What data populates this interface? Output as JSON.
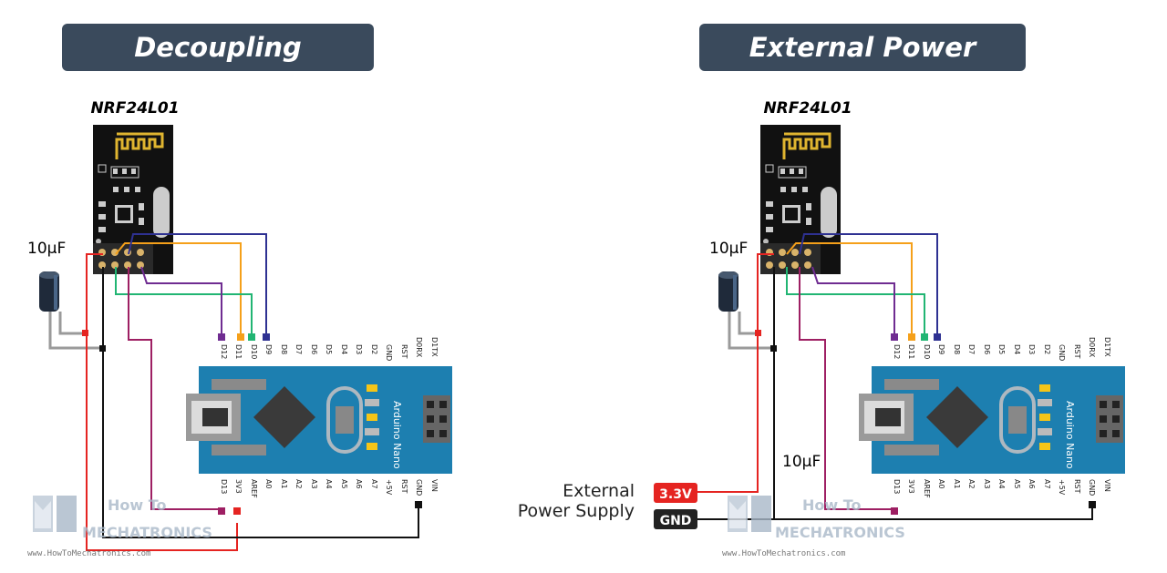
{
  "left": {
    "title": "Decoupling capacitor",
    "module_label": "NRF24L01",
    "cap_label": "10µF",
    "board_name": "Arduino Nano",
    "watermark_url": "www.HowToMechatronics.com"
  },
  "right": {
    "title": "External Power Supply",
    "module_label": "NRF24L01",
    "cap_label_top": "10µF",
    "cap_label_bottom": "10µF",
    "board_name": "Arduino Nano",
    "supply_label_line1": "External",
    "supply_label_line2": "Power Supply",
    "v33_tag": "3.3V",
    "gnd_tag": "GND",
    "watermark_url": "www.HowToMechatronics.com"
  },
  "watermark": {
    "line1": "How To",
    "line2": "MECHATRONICS"
  },
  "top_pins": [
    "D12",
    "D11",
    "D10",
    "D9",
    "D8",
    "D7",
    "D6",
    "D5",
    "D4",
    "D3",
    "D2",
    "GND",
    "RST",
    "D0RX",
    "D1TX"
  ],
  "bottom_pins": [
    "D13",
    "3V3",
    "AREF",
    "A0",
    "A1",
    "A2",
    "A3",
    "A4",
    "A5",
    "A6",
    "A7",
    "+5V",
    "RST",
    "GND",
    "VIN"
  ],
  "colors": {
    "banner": "#3a4a5c",
    "board": "#1d7fb0",
    "wire_red": "#e52421",
    "wire_black": "#111111",
    "wire_orange": "#f5a01a",
    "wire_green": "#21b573",
    "wire_blue": "#2e3192",
    "wire_purple": "#6f2c91",
    "wire_magenta": "#9e1f63",
    "wire_gray": "#9a9a9a"
  }
}
